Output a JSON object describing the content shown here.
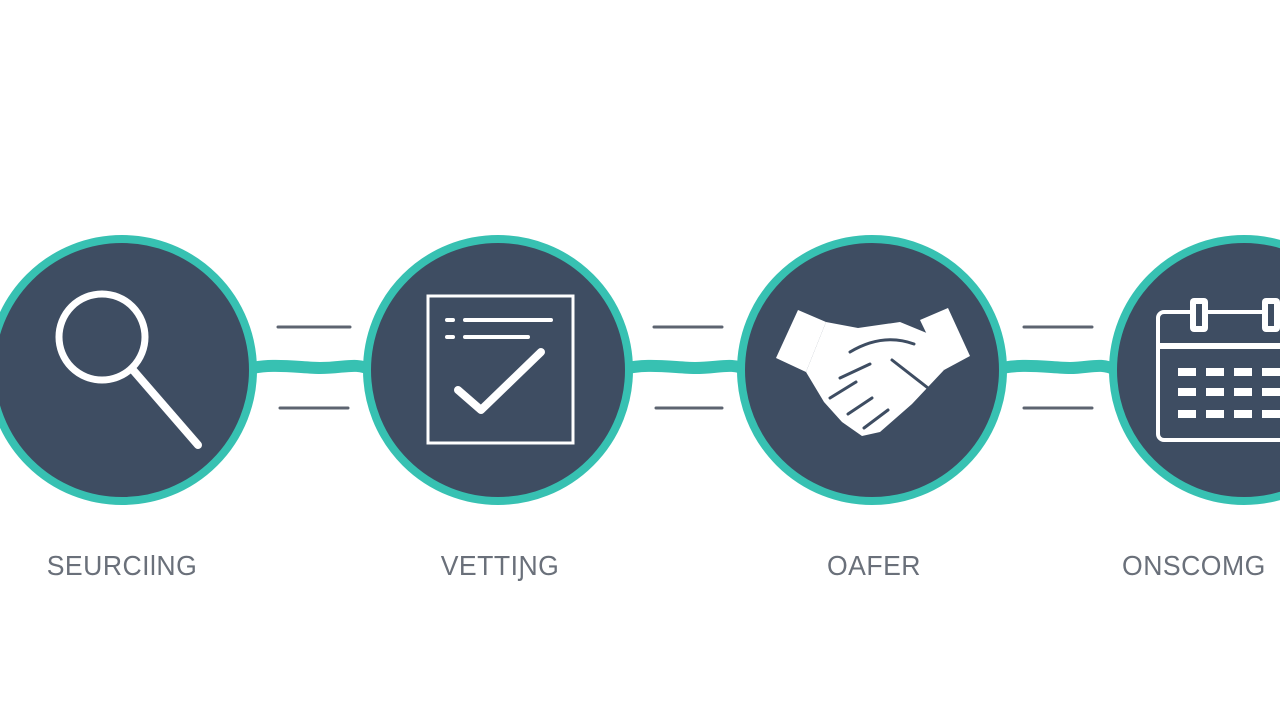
{
  "process_steps": [
    {
      "label": "SEURCIƖNG",
      "icon": "magnifying-glass-icon"
    },
    {
      "label": "VETTIƝG",
      "icon": "checklist-document-icon"
    },
    {
      "label": "OAFER",
      "icon": "handshake-icon"
    },
    {
      "label": "ONSCOMG",
      "icon": "calendar-icon"
    }
  ],
  "colors": {
    "background": "#ffffff",
    "circle_fill": "#3e4d62",
    "circle_ring": "#37c1b2",
    "connector": "#37c1b2",
    "dash_lines": "#5d6470",
    "icon_stroke": "#ffffff",
    "label_text": "#6a707a"
  }
}
